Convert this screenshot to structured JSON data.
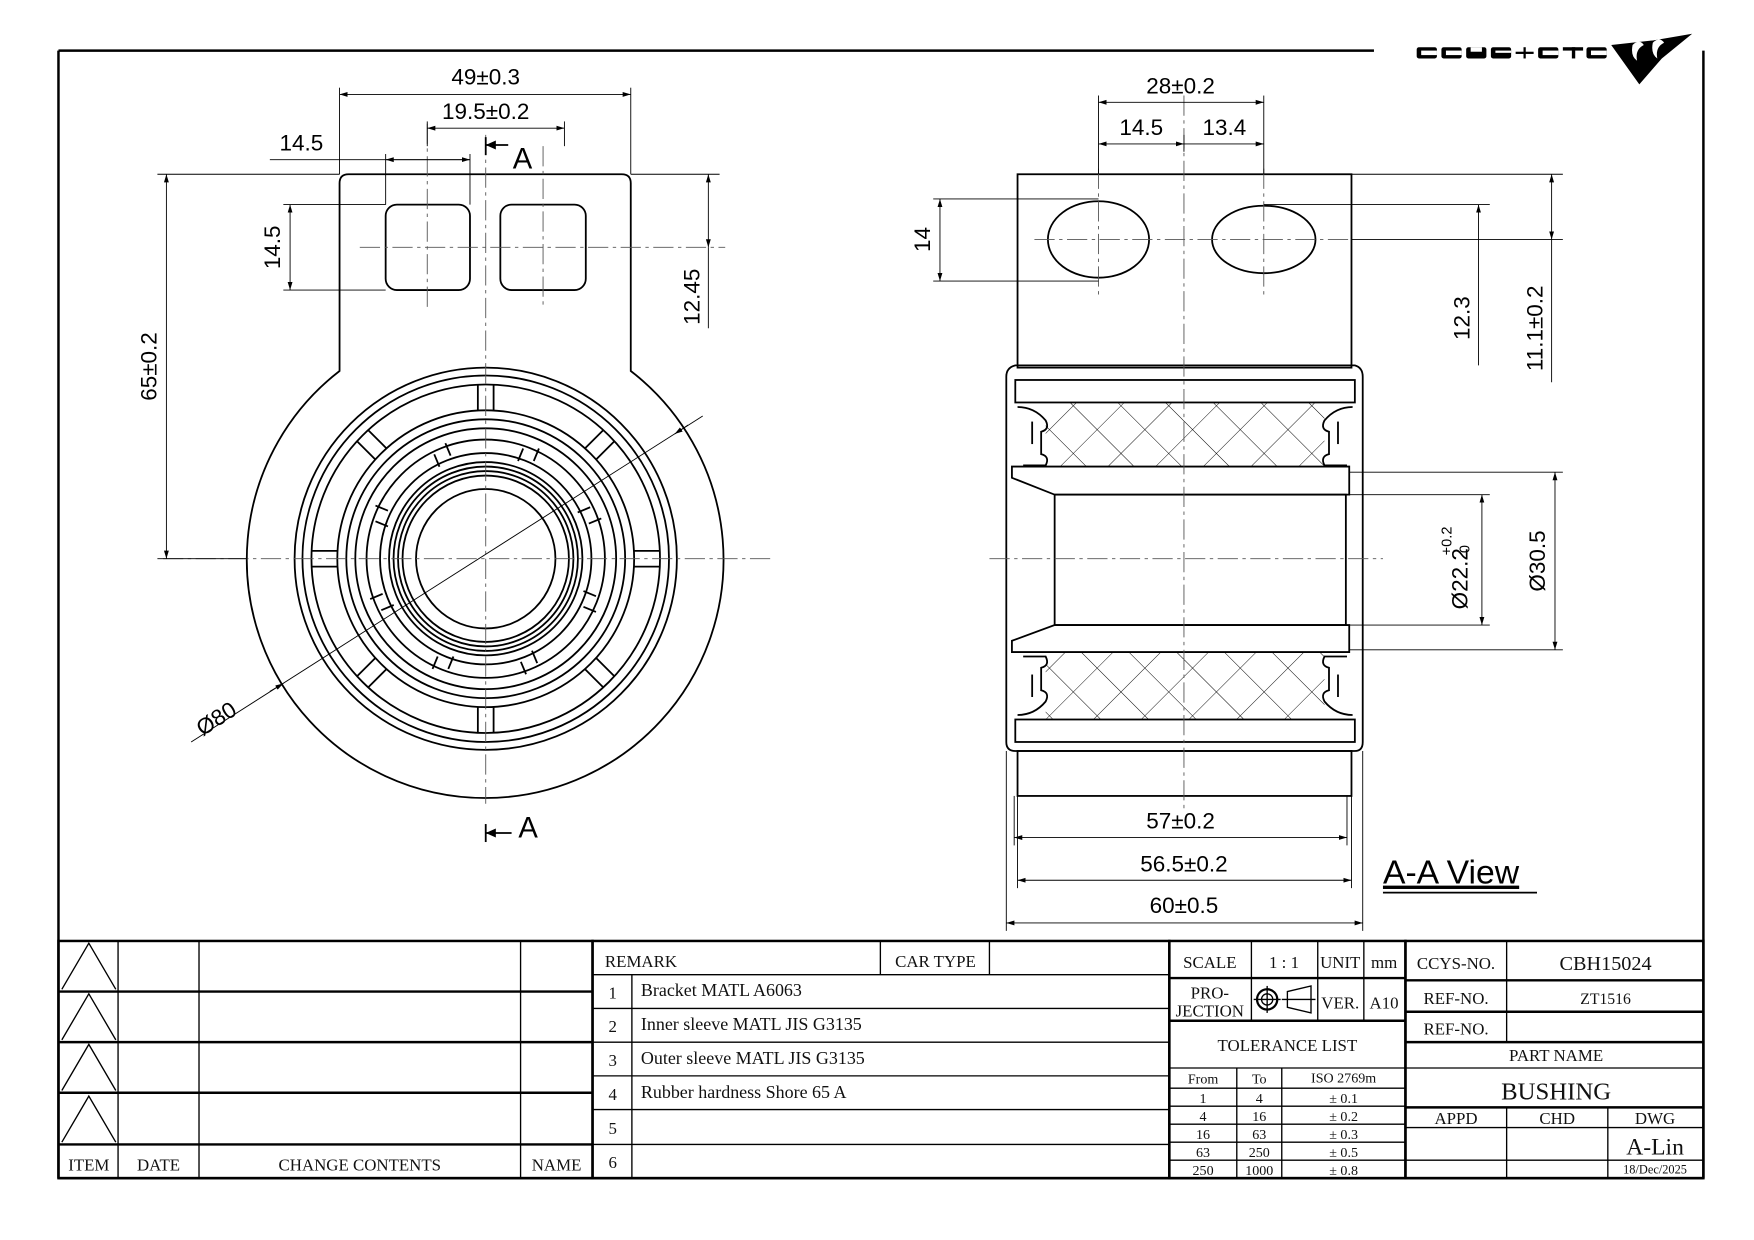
{
  "logo": {
    "text": "CCYS+CTC"
  },
  "left_view": {
    "dim_overall_width": "49±0.3",
    "dim_hole_pitch": "19.5±0.2",
    "dim_hole_width": "14.5",
    "dim_hole_height": "14.5",
    "dim_hole_center": "12.45",
    "dim_height": "65±0.2",
    "dim_diameter": "Ø80",
    "section_mark_top": "A",
    "section_mark_bottom": "A"
  },
  "right_view": {
    "dim_slot_pitch": "28±0.2",
    "dim_slot_left": "14.5",
    "dim_slot_right": "13.4",
    "dim_slot_height": "14",
    "dim_slot_center": "12.3",
    "dim_block_height": "11.1±0.2",
    "dim_bore": "Ø22.2",
    "dim_bore_tol_upper": "+0.2",
    "dim_bore_tol_lower": "0",
    "dim_inner_sleeve": "Ø30.5",
    "dim_length_1": "57±0.2",
    "dim_length_2": "56.5±0.2",
    "dim_length_3": "60±0.5",
    "view_label": "A-A View"
  },
  "revision_table": {
    "headers": [
      "ITEM",
      "DATE",
      "CHANGE CONTENTS",
      "NAME"
    ]
  },
  "remarks": {
    "header": "REMARK",
    "car_type_label": "CAR TYPE",
    "car_type_value": "",
    "rows": [
      {
        "no": "1",
        "text": "Bracket MATL A6063"
      },
      {
        "no": "2",
        "text": "Inner sleeve MATL JIS G3135"
      },
      {
        "no": "3",
        "text": "Outer sleeve MATL JIS G3135"
      },
      {
        "no": "4",
        "text": "Rubber hardness Shore 65 A"
      },
      {
        "no": "5",
        "text": ""
      },
      {
        "no": "6",
        "text": ""
      }
    ]
  },
  "title_block": {
    "scale_label": "SCALE",
    "scale_value": "1 : 1",
    "unit_label": "UNIT",
    "unit_value": "mm",
    "projection_label_1": "PRO-",
    "projection_label_2": "JECTION",
    "version_label": "VER.",
    "version_value": "A10",
    "tolerance_title": "TOLERANCE LIST",
    "tolerance_headers": [
      "From",
      "To",
      "ISO 2769m"
    ],
    "tolerance_rows": [
      [
        "1",
        "4",
        "± 0.1"
      ],
      [
        "4",
        "16",
        "± 0.2"
      ],
      [
        "16",
        "63",
        "± 0.3"
      ],
      [
        "63",
        "250",
        "± 0.5"
      ],
      [
        "250",
        "1000",
        "± 0.8"
      ]
    ],
    "ccys_no_label": "CCYS-NO.",
    "ccys_no_value": "CBH15024",
    "ref_no_label_1": "REF-NO.",
    "ref_no_value_1": "ZT1516",
    "ref_no_label_2": "REF-NO.",
    "ref_no_value_2": "",
    "part_name_label": "PART NAME",
    "part_name_value": "BUSHING",
    "appd_label": "APPD",
    "chd_label": "CHD",
    "dwg_label": "DWG",
    "dwg_value": "A-Lin",
    "date": "18/Dec/2025"
  }
}
